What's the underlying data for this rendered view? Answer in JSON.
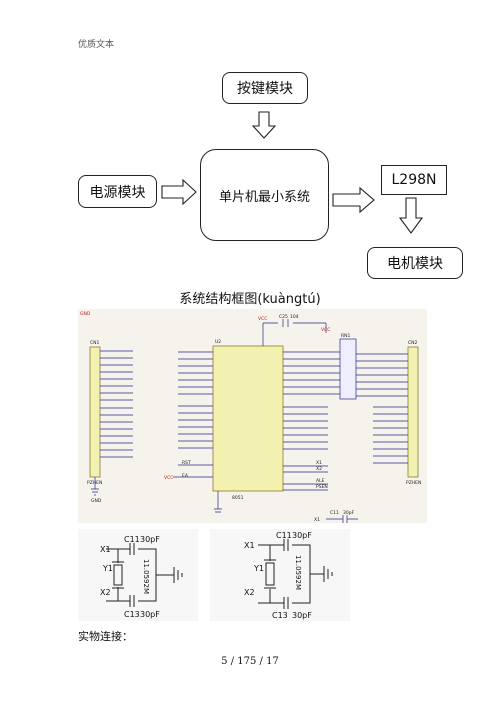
{
  "header": {
    "label": "优质文本"
  },
  "diagram": {
    "keys": "按键模块",
    "mcu": "单片机最小系统",
    "power": "电源模块",
    "driver": "L298N",
    "motor": "电机模块",
    "caption": "系统结构框图(kuàngtú)"
  },
  "schematic": {
    "gnd_top": "GND",
    "vcc_top": "VCC",
    "c25": "C25",
    "c25_val": "104",
    "u2": "U2",
    "rn1": "RN1",
    "cn1": "CN1",
    "cn2": "CN2",
    "chip": "8051",
    "header_left": "PZHEN",
    "header_right": "PZHEN",
    "gnd_bottom": "GND",
    "vcc_ea": "VCC",
    "ea_label": "EA",
    "rst_label": "RST",
    "x1_label": "X1",
    "x2_label": "X2",
    "ale_label": "ALE",
    "psen_label": "PSEN",
    "c11": "C11",
    "c11_val": "30pF",
    "x1_bottom": "X1"
  },
  "osc_left": {
    "x1": "X1",
    "x2": "X2",
    "y1": "Y1",
    "c11": "C11",
    "c13": "C13",
    "cap_val_top": "30pF",
    "cap_val_bottom": "30pF",
    "crystal": "11.0592M"
  },
  "osc_right": {
    "x1": "X1",
    "x2": "X2",
    "y1": "Y1",
    "c11": "C11",
    "c13": "C13",
    "cap_val_top": "30pF",
    "cap_val_bottom": "30pF",
    "crystal": "11.0592M"
  },
  "footer": {
    "label": "实物连接：",
    "page": "5 / 175 / 17"
  }
}
